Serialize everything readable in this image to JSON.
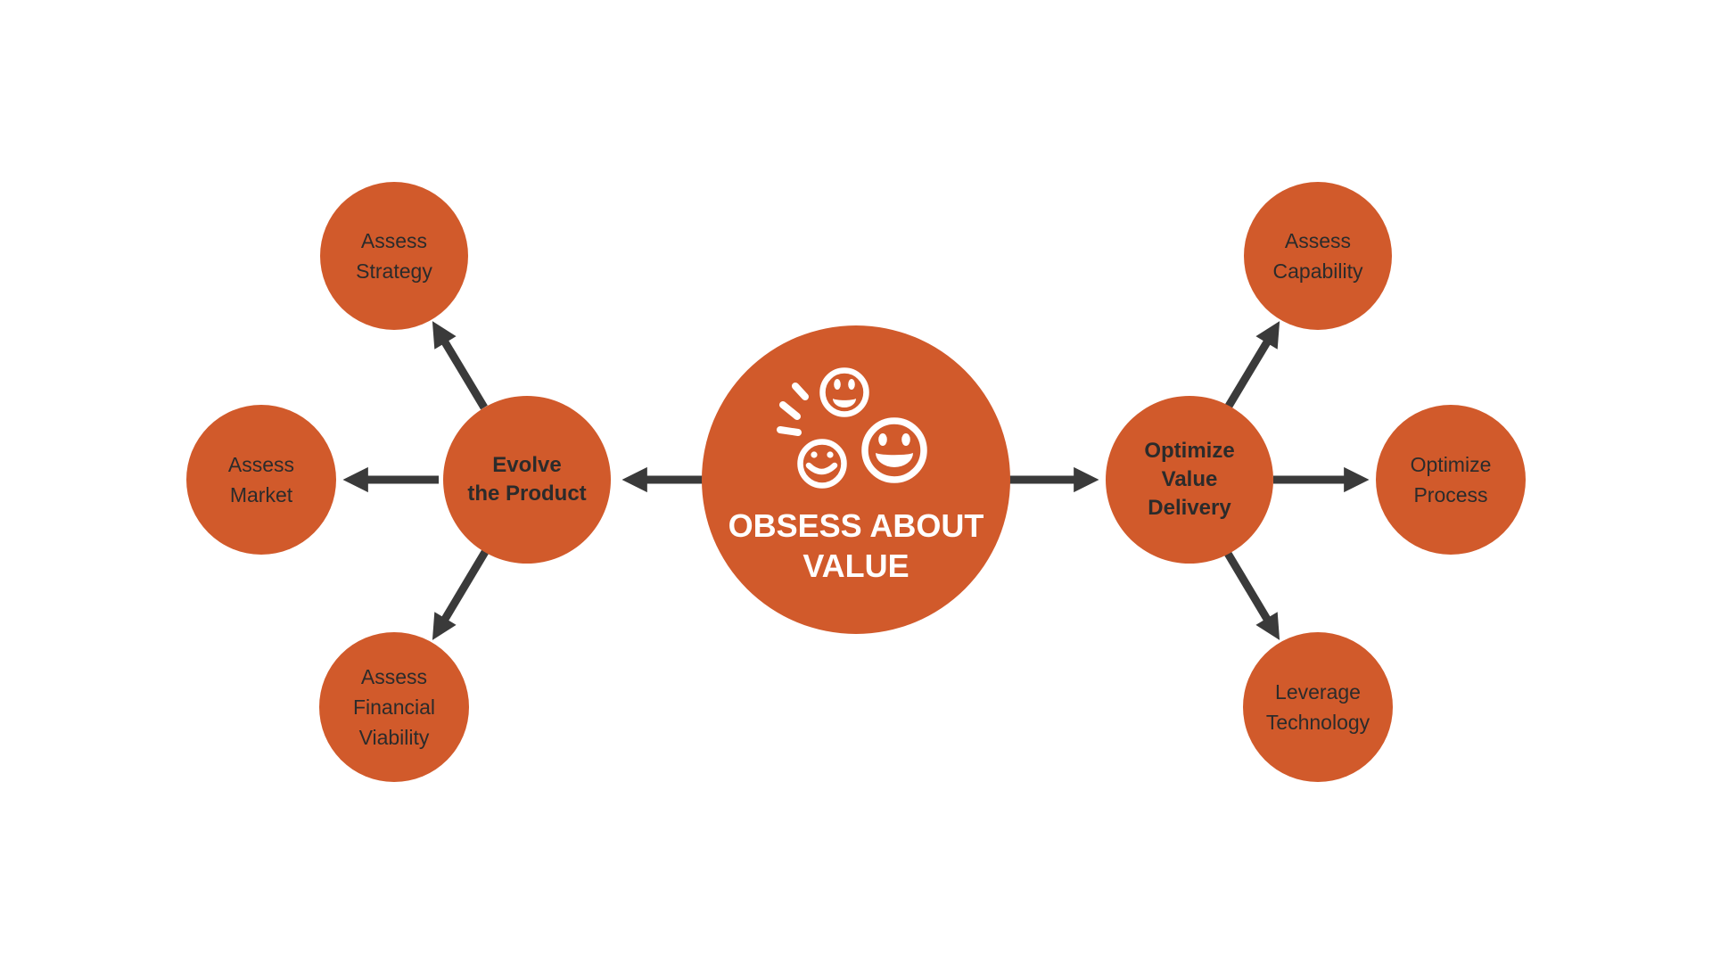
{
  "diagram_title": "Obsess About Value",
  "colors": {
    "node_fill": "#D15A2B",
    "arrow": "#3A3A3A",
    "node_text_dark": "#2B2B2B",
    "center_text": "#FFFFFF",
    "background": "#FFFFFF"
  },
  "nodes": {
    "center": {
      "lines": [
        "OBSESS ABOUT",
        "VALUE"
      ],
      "icon": "smiling-faces-icon",
      "role": "center"
    },
    "evolve_the_product": {
      "lines": [
        "Evolve",
        "the Product"
      ],
      "role": "hub"
    },
    "optimize_value_delivery": {
      "lines": [
        "Optimize",
        "Value",
        "Delivery"
      ],
      "role": "hub"
    },
    "assess_strategy": {
      "lines": [
        "Assess",
        "Strategy"
      ],
      "role": "satellite"
    },
    "assess_market": {
      "lines": [
        "Assess",
        "Market"
      ],
      "role": "satellite"
    },
    "assess_financial_viability": {
      "lines": [
        "Assess",
        "Financial",
        "Viability"
      ],
      "role": "satellite"
    },
    "assess_capability": {
      "lines": [
        "Assess",
        "Capability"
      ],
      "role": "satellite"
    },
    "optimize_process": {
      "lines": [
        "Optimize",
        "Process"
      ],
      "role": "satellite"
    },
    "leverage_technology": {
      "lines": [
        "Leverage",
        "Technology"
      ],
      "role": "satellite"
    }
  },
  "connections": [
    {
      "from": "obsess-about-value",
      "to": "evolve-the-product"
    },
    {
      "from": "obsess-about-value",
      "to": "optimize-value-delivery"
    },
    {
      "from": "evolve-the-product",
      "to": "assess-strategy"
    },
    {
      "from": "evolve-the-product",
      "to": "assess-market"
    },
    {
      "from": "evolve-the-product",
      "to": "assess-financial-viability"
    },
    {
      "from": "optimize-value-delivery",
      "to": "assess-capability"
    },
    {
      "from": "optimize-value-delivery",
      "to": "optimize-process"
    },
    {
      "from": "optimize-value-delivery",
      "to": "leverage-technology"
    }
  ]
}
